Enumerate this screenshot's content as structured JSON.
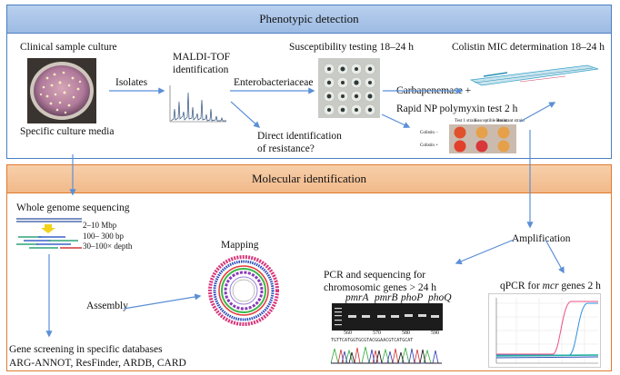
{
  "phenotypic": {
    "header": "Phenotypic detection",
    "clinical_culture": "Clinical sample culture",
    "specific_media": "Specific culture media",
    "isolates": "Isolates",
    "maldi_line1": "MALDI-TOF",
    "maldi_line2": "identification",
    "susceptibility": "Susceptibility testing 18–24 h",
    "enterobacteriaceae": "Enterobacteriaceae",
    "direct_id_line1": "Direct identification",
    "direct_id_line2": "of resistance?",
    "colistin_mic": "Colistin MIC determination 18–24 h",
    "carbapenemase": "Carbapenemase +",
    "rapid_np": "Rapid NP polymyxin test 2 h",
    "np_col1": "Test 1 strain",
    "np_col2": "Susceptible strain",
    "np_col3": "Resistant strain",
    "np_row1": "Colistin −",
    "np_row2": "Colistin +"
  },
  "molecular": {
    "header": "Molecular identification",
    "wgs": "Whole genome sequencing",
    "size_range": "2–10 Mbp",
    "read_length": "100– 300 bp",
    "depth": "30–100× depth",
    "mapping": "Mapping",
    "assembly": "Assembly",
    "gene_screening": "Gene screening in specific databases",
    "databases": "ARG-ANNOT, ResFinder, ARDB, CARD",
    "amplification": "Amplification",
    "pcr_line1": "PCR and sequencing for",
    "pcr_line2": "chromosomic genes > 24 h",
    "genes": [
      "pmrA",
      "pmrB",
      "phoP",
      "phoQ"
    ],
    "qpcr_prefix": "qPCR for ",
    "qpcr_gene": "mcr",
    "qpcr_suffix": " genes 2 h",
    "seq_positions": [
      "560",
      "570",
      "580",
      "590"
    ]
  },
  "colors": {
    "blue_border": "#4a7fc1",
    "orange_border": "#e07a2e",
    "arrow": "#5b8fd6"
  }
}
